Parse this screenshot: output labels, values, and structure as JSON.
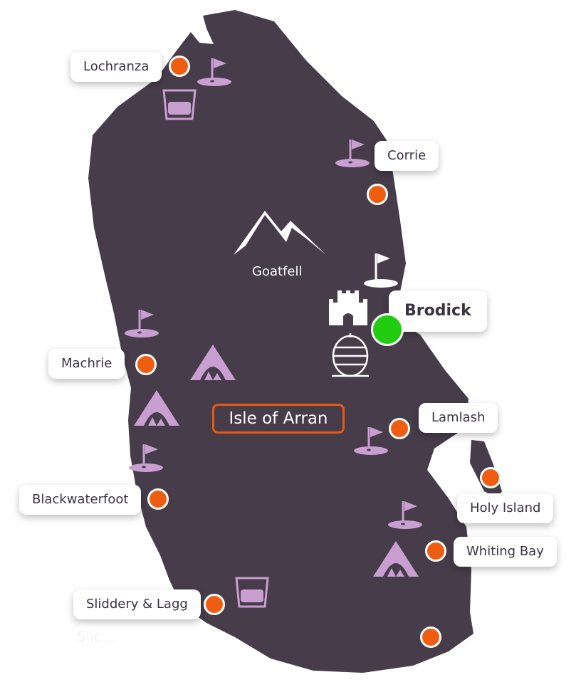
{
  "map": {
    "title": "Isle of Arran",
    "peak": "Goatfell",
    "faded_label": "Slic..."
  },
  "colors": {
    "land": "#463c4a",
    "pin": "#ef5d10",
    "pin_active": "#22cc11",
    "icon": "#c99fd2",
    "accent": "#e85a12"
  },
  "places": [
    {
      "name": "Lochranza"
    },
    {
      "name": "Corrie"
    },
    {
      "name": "Brodick",
      "active": true
    },
    {
      "name": "Machrie"
    },
    {
      "name": "Lamlash"
    },
    {
      "name": "Blackwaterfoot"
    },
    {
      "name": "Holy Island"
    },
    {
      "name": "Whiting Bay"
    },
    {
      "name": "Sliddery & Lagg"
    }
  ]
}
